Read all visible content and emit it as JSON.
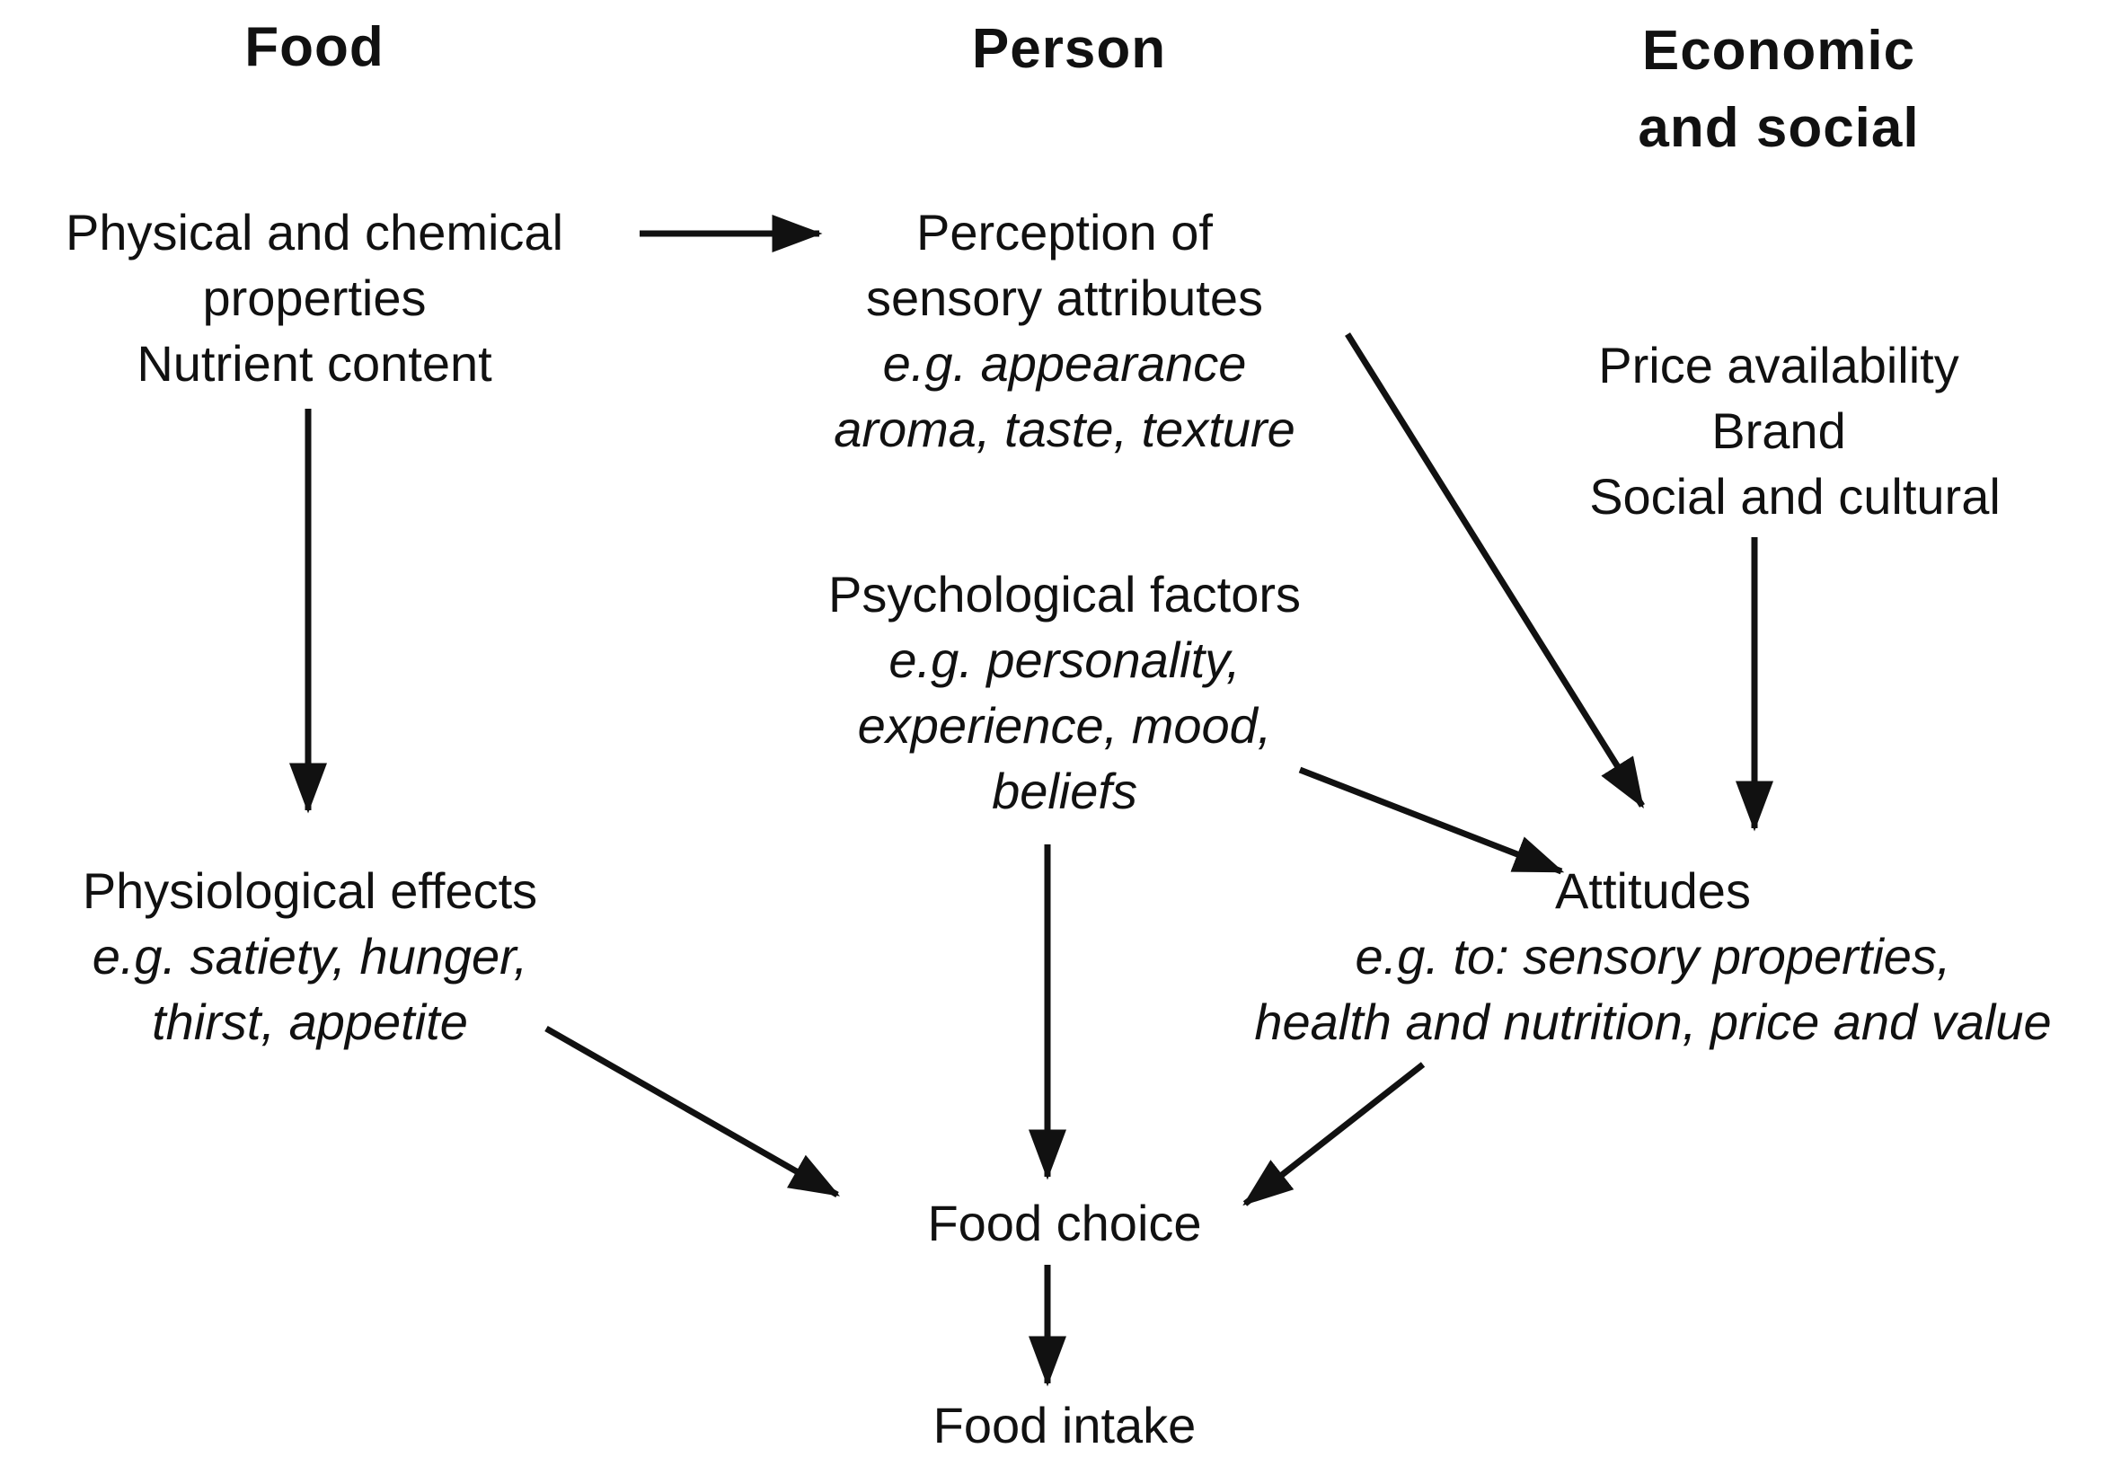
{
  "columns": {
    "food": "Food",
    "person": "Person",
    "economic_line1": "Economic",
    "economic_line2": "and social"
  },
  "nodes": {
    "physical": {
      "line1": "Physical and chemical",
      "line2": "properties",
      "line3": "Nutrient content"
    },
    "perception": {
      "line1": "Perception of",
      "line2": "sensory attributes",
      "ex1": "e.g. appearance",
      "ex2": "aroma, taste, texture"
    },
    "price": {
      "line1": "Price availability",
      "line2": "Brand",
      "line3": "Social and cultural"
    },
    "psychological": {
      "line1": "Psychological factors",
      "ex1": "e.g. personality,",
      "ex2": "experience, mood,",
      "ex3": "beliefs"
    },
    "physiological": {
      "line1": "Physiological effects",
      "ex1": "e.g. satiety, hunger,",
      "ex2": "thirst, appetite"
    },
    "attitudes": {
      "line1": "Attitudes",
      "ex1": "e.g. to: sensory properties,",
      "ex2": "health and nutrition, price and value"
    },
    "food_choice": {
      "line1": "Food choice"
    },
    "food_intake": {
      "line1": "Food intake"
    }
  }
}
